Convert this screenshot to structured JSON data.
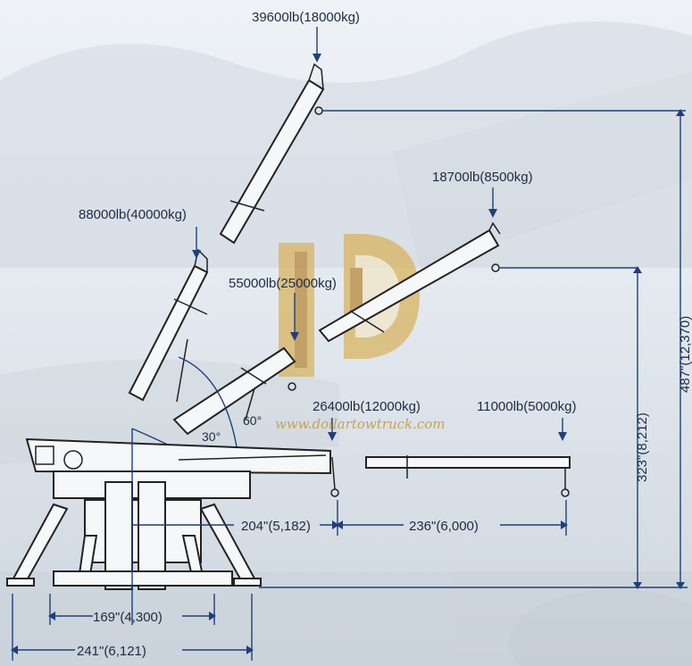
{
  "labels": {
    "load_top": "39600lb(18000kg)",
    "load_mid_right": "18700lb(8500kg)",
    "load_left": "88000lb(40000kg)",
    "load_center": "55000lb(25000kg)",
    "load_near": "26400lb(12000kg)",
    "load_far": "11000lb(5000kg)"
  },
  "angles": {
    "a30": "30°",
    "a60": "60°"
  },
  "dimensions": {
    "d204": "204\"(5,182)",
    "d236": "236\"(6,000)",
    "d169": "169\"(4,300)",
    "d241": "241\"(6,121)",
    "d323": "323\"(8,212)",
    "d487": "487\"(12,370)"
  },
  "watermark": {
    "url": "www.dollartowtruck.com"
  },
  "colors": {
    "dimension_line": "#1f3f7a",
    "logo_gold": "#c9a24a",
    "text": "#1d2a44"
  }
}
